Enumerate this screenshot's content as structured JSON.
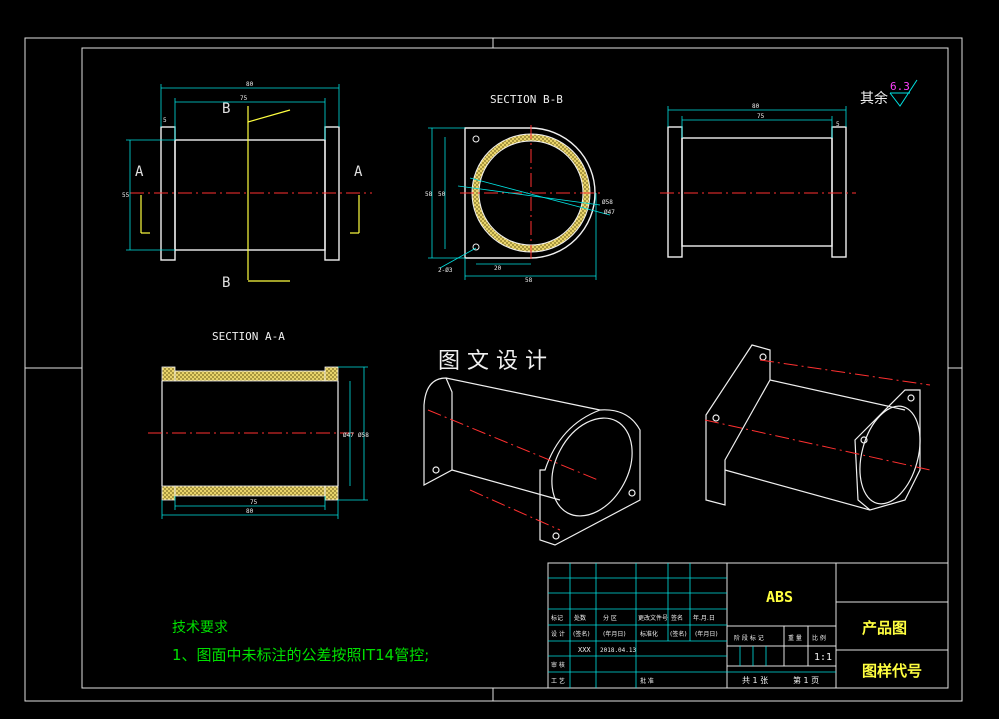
{
  "views": {
    "front": {
      "dim_top_outer": "80",
      "dim_top_inner": "75",
      "dim_small": "5",
      "dim_left": "55",
      "section_letter_b": "B",
      "section_letter_a": "A"
    },
    "section_bb": {
      "title": "SECTION B-B",
      "dim_left_outer": "58",
      "dim_left_inner": "50",
      "dim_bottom_outer": "58",
      "dim_bottom_inner": "20",
      "dim_hole": "2-Ø3",
      "dim_dia_outer": "Ø58",
      "dim_dia_inner": "Ø47"
    },
    "side": {
      "dim_top_outer": "80",
      "dim_top_inner": "75",
      "dim_small": "5"
    },
    "section_aa": {
      "title": "SECTION A-A",
      "dim_bottom_outer": "80",
      "dim_bottom_inner": "75",
      "dim_right_inner": "Ø47",
      "dim_right_outer": "Ø58"
    }
  },
  "watermark": "图 文 设 计",
  "roughness": {
    "prefix": "其余",
    "value": "6.3"
  },
  "tech_req": {
    "title": "技术要求",
    "line1": "1、图面中未标注的公差按照IT14管控;"
  },
  "title_block": {
    "material": "ABS",
    "drawing_title": "产品图",
    "drawing_code": "图样代号",
    "scale": "1:1",
    "header_row": [
      "标记",
      "处数",
      "分 区",
      "更改文件号",
      "签名",
      "年.月.日"
    ],
    "design_row": [
      "设 计",
      "(签名)",
      "(年月日)",
      "标准化",
      "(签名)",
      "(年月日)"
    ],
    "stage_row": [
      "阶 段 标 记",
      "重 量",
      "比 例"
    ],
    "designer": "XXX",
    "date": "2018.04.13",
    "review": "审 核",
    "process": "工 艺",
    "approve": "批 准",
    "sheets_total": "共 1 张",
    "sheet_no": "第 1 页"
  }
}
